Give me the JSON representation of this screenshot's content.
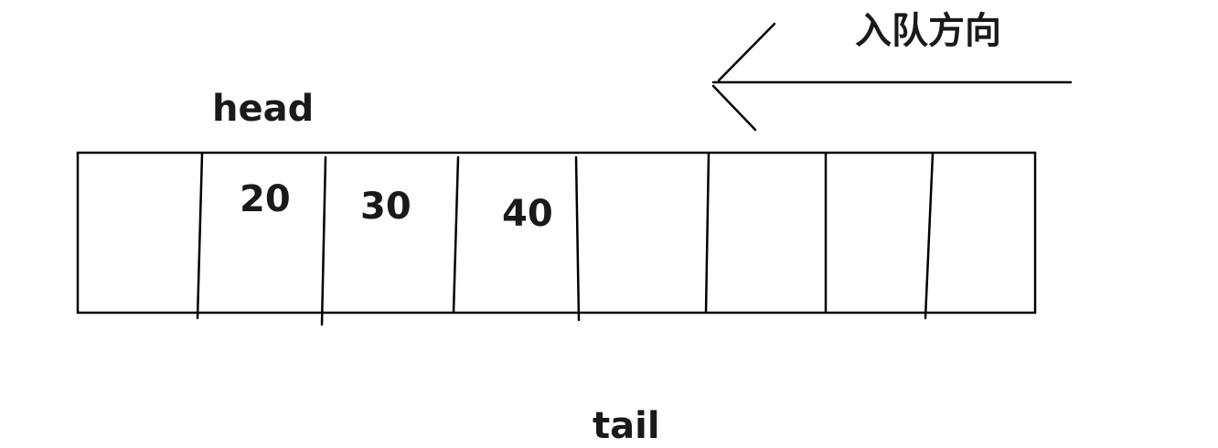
{
  "labels": {
    "direction": "入队方向",
    "head": "head",
    "tail": "tail"
  },
  "queue": {
    "cells": [
      "",
      "20",
      "30",
      "40",
      "",
      "",
      "",
      ""
    ]
  },
  "colors": {
    "stroke": "#000000",
    "text": "#1a1a1a",
    "background": "#ffffff"
  }
}
